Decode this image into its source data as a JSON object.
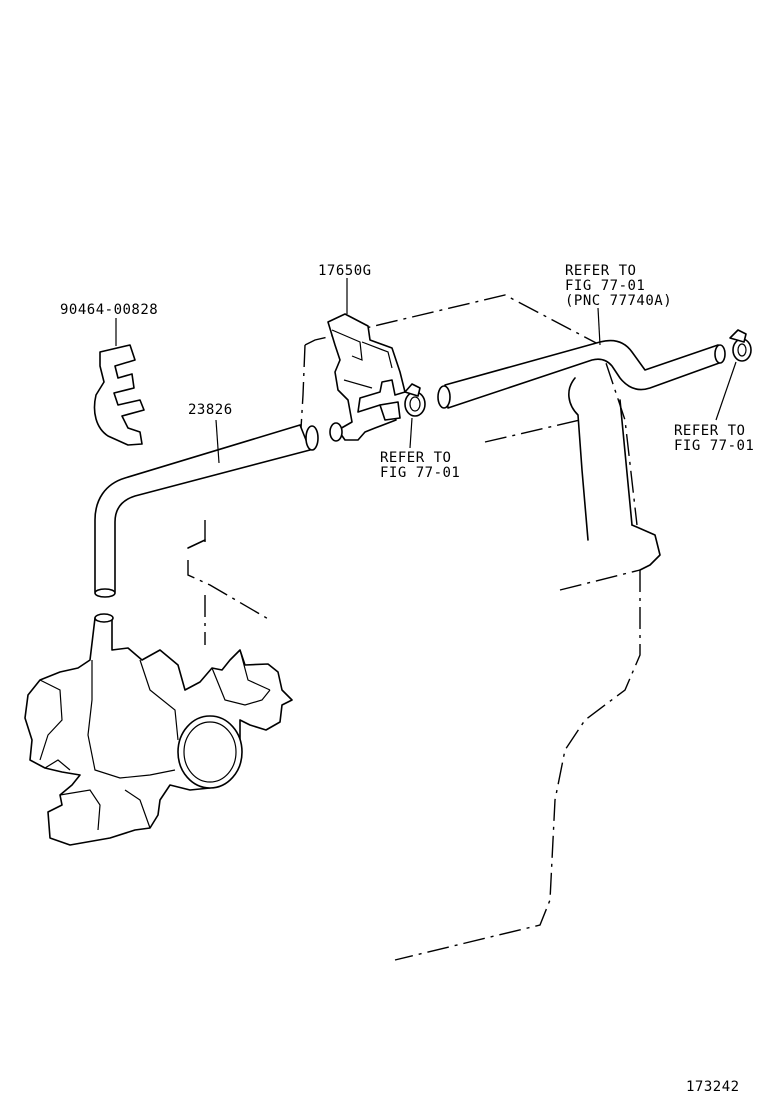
{
  "labels": {
    "bracket_part": "90464-00828",
    "hose_part": "23826",
    "valve_part": "17650G",
    "refer_top_1": "REFER TO",
    "refer_top_2": "FIG 77-01",
    "refer_top_3": "(PNC 77740A)",
    "refer_mid_1": "REFER TO",
    "refer_mid_2": "FIG 77-01",
    "refer_right_1": "REFER TO",
    "refer_right_2": "FIG 77-01",
    "figure_number": "173242"
  },
  "colors": {
    "line": "#000000",
    "background": "#ffffff"
  }
}
